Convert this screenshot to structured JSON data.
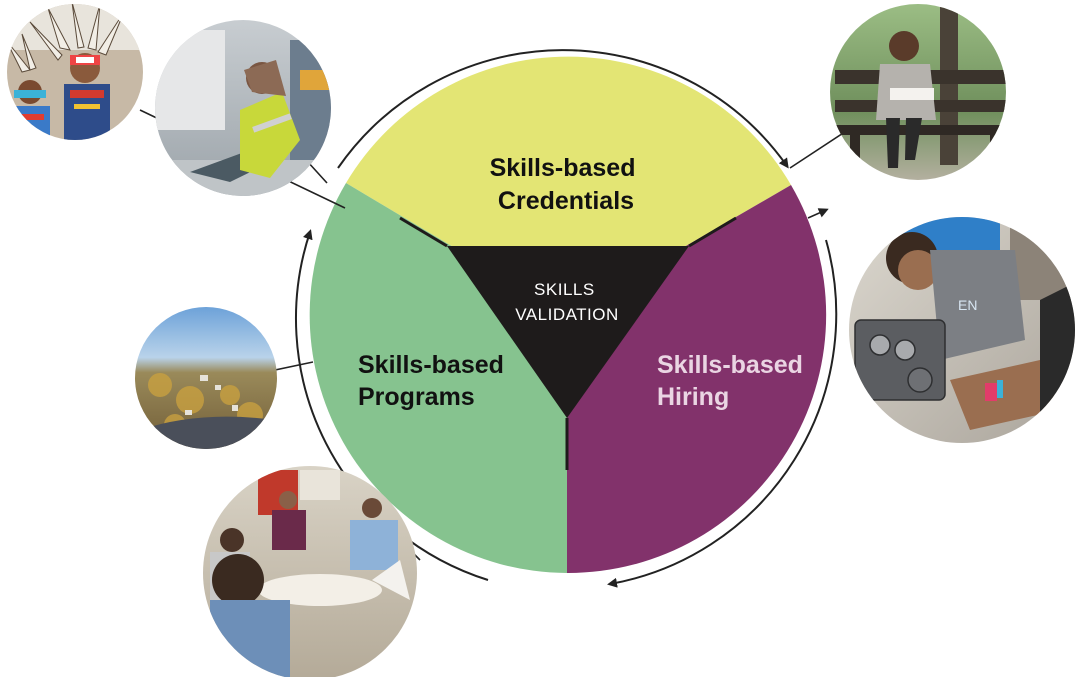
{
  "segments": {
    "credentials": {
      "line1": "Skills-based",
      "line2": "Credentials",
      "color": "#e3e574",
      "text_color": "#111111"
    },
    "hiring": {
      "line1": "Skills-based",
      "line2": "Hiring",
      "color": "#82326b",
      "text_color": "#ead5e3"
    },
    "programs": {
      "line1": "Skills-based",
      "line2": "Programs",
      "color": "#86c38f",
      "text_color": "#111111"
    }
  },
  "center": {
    "line1": "SKILLS",
    "line2": "VALIDATION",
    "color": "#1e1b1b",
    "text_color": "#ffffff"
  },
  "photos": [
    {
      "name": "photo-tribal-dancers",
      "subject": "children in Native American regalia with feathered headdresses"
    },
    {
      "name": "photo-tired-worker",
      "subject": "worker in high-visibility vest sitting against wall in warehouse"
    },
    {
      "name": "photo-student-reading",
      "subject": "young woman reading on a park bench"
    },
    {
      "name": "photo-mechanic-students",
      "subject": "students working on an engine block"
    },
    {
      "name": "photo-aerial-town",
      "subject": "aerial view of rural town in autumn"
    },
    {
      "name": "photo-group-discussion",
      "subject": "group of adults seated in a discussion circle"
    }
  ],
  "colors": {
    "arrow": "#222222",
    "leader_line": "#222222"
  }
}
